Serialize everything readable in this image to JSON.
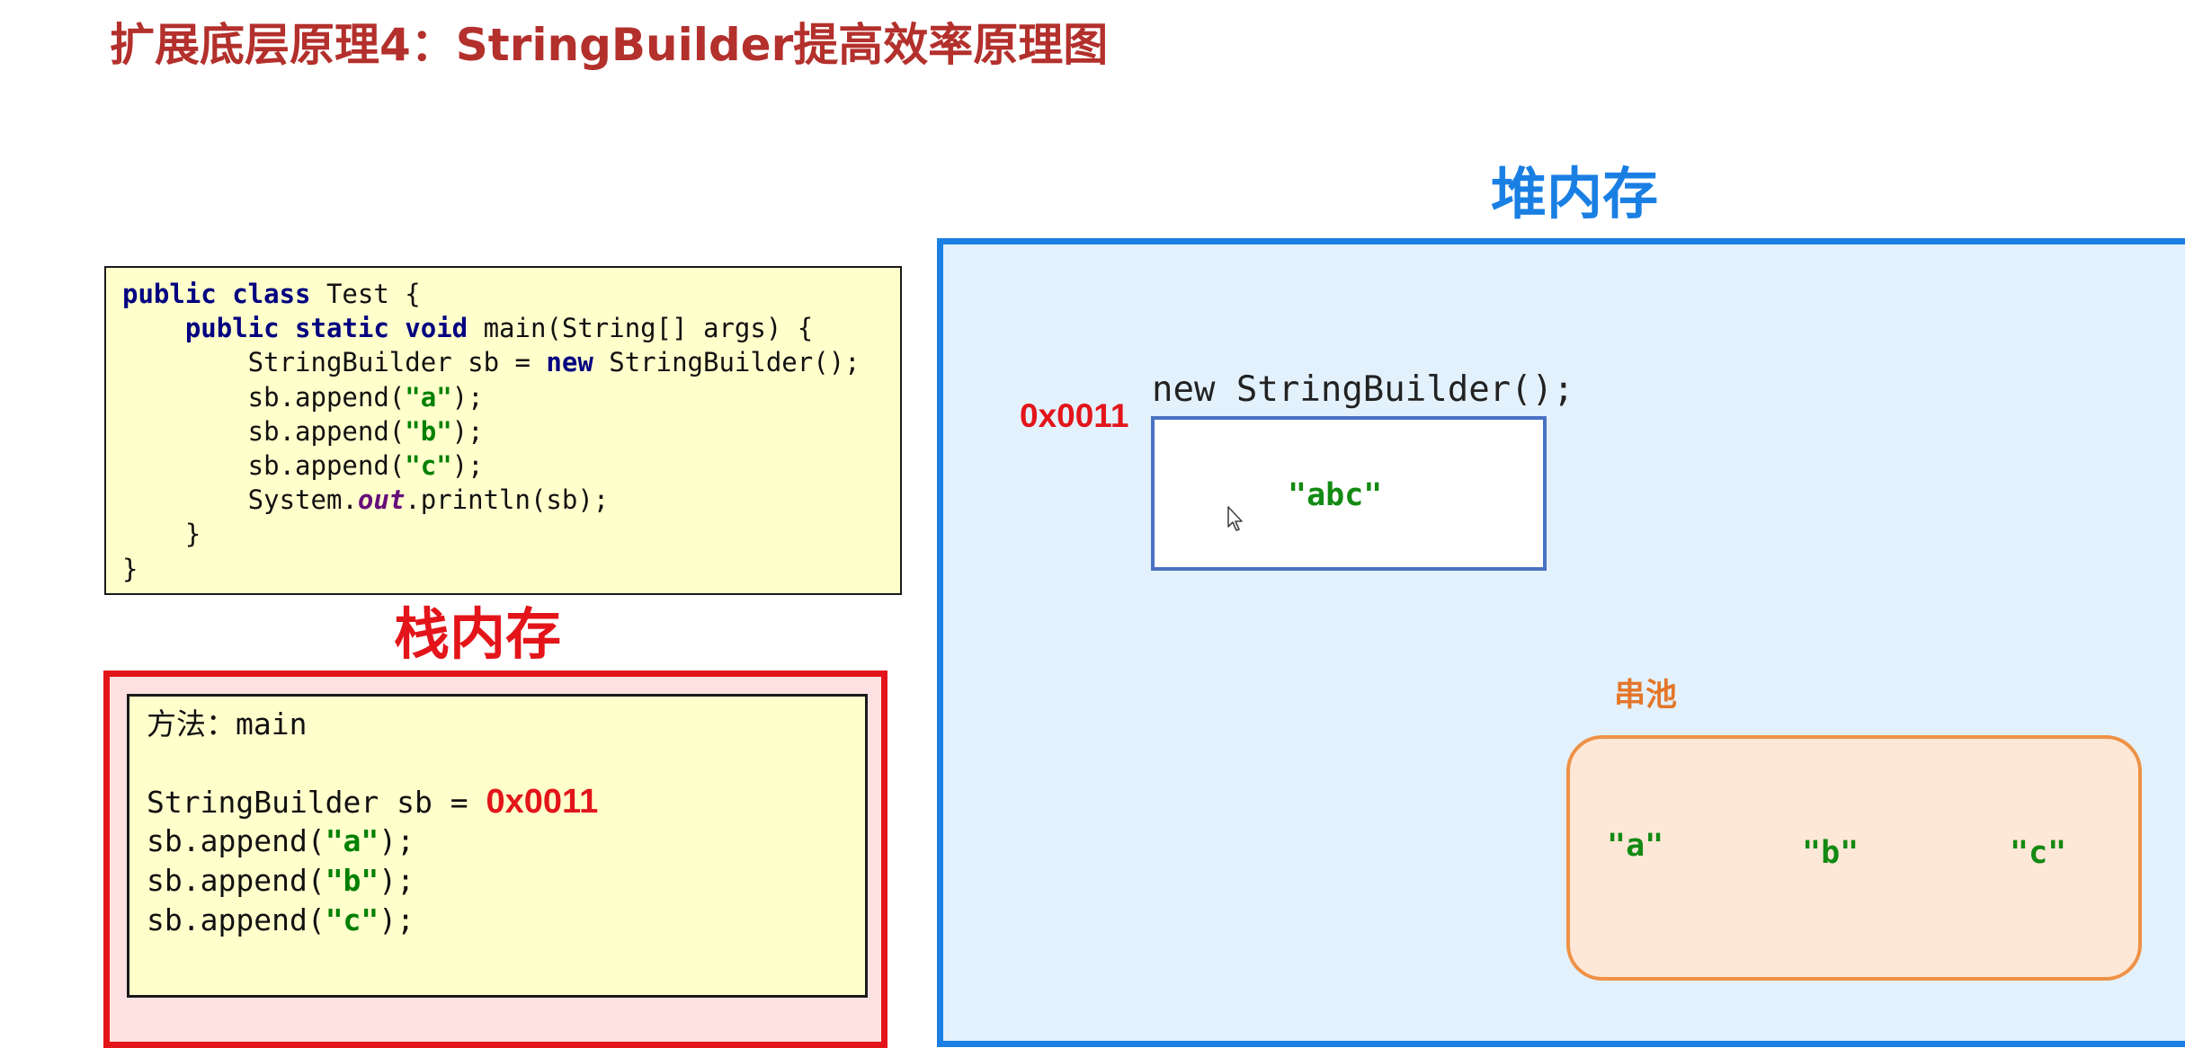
{
  "title": "扩展底层原理4：StringBuilder提高效率原理图",
  "code": {
    "lines": [
      [
        {
          "t": "public class",
          "c": "kw"
        },
        {
          "t": " Test {"
        }
      ],
      [
        {
          "t": "    "
        },
        {
          "t": "public static void",
          "c": "kw"
        },
        {
          "t": " main(String[] args) {"
        }
      ],
      [
        {
          "t": "        StringBuilder sb = "
        },
        {
          "t": "new",
          "c": "kw"
        },
        {
          "t": " StringBuilder();"
        }
      ],
      [
        {
          "t": "        sb.append("
        },
        {
          "t": "\"a\"",
          "c": "str"
        },
        {
          "t": ");"
        }
      ],
      [
        {
          "t": "        sb.append("
        },
        {
          "t": "\"b\"",
          "c": "str"
        },
        {
          "t": ");"
        }
      ],
      [
        {
          "t": "        sb.append("
        },
        {
          "t": "\"c\"",
          "c": "str"
        },
        {
          "t": ");"
        }
      ],
      [
        {
          "t": "        System."
        },
        {
          "t": "out",
          "c": "out"
        },
        {
          "t": ".println(sb);"
        }
      ],
      [
        {
          "t": "    }"
        }
      ],
      [
        {
          "t": "}"
        }
      ]
    ]
  },
  "stack": {
    "title": "栈内存",
    "method_label": "方法：main",
    "decl_prefix": "StringBuilder sb = ",
    "decl_value": "0x0011",
    "calls": [
      {
        "pre": "sb.append(",
        "arg": "\"a\"",
        "post": ");"
      },
      {
        "pre": "sb.append(",
        "arg": "\"b\"",
        "post": ");"
      },
      {
        "pre": "sb.append(",
        "arg": "\"c\"",
        "post": ");"
      }
    ]
  },
  "heap": {
    "title": "堆内存",
    "object_label": "new StringBuilder();",
    "object_address": "0x0011",
    "object_value": "\"abc\"",
    "pool": {
      "title": "串池",
      "strings": [
        "\"a\"",
        "\"b\"",
        "\"c\""
      ]
    }
  },
  "colors": {
    "title": "#b3302c",
    "stack": "#e3151a",
    "heap": "#1a7fe3",
    "pool": "#ee9146",
    "string": "#138a13"
  }
}
